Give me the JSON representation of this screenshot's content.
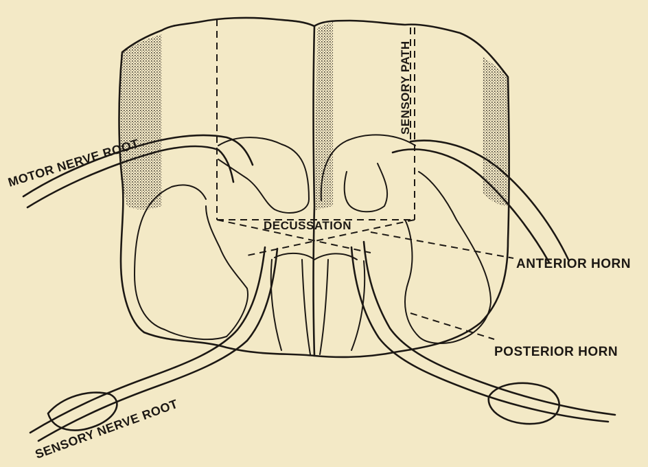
{
  "figure": {
    "labels": {
      "motor_nerve_root": "MOTOR NERVE ROOT",
      "sensory_path": "SENSORY PATH",
      "decussation": "DECUSSATION",
      "anterior_horn": "ANTERIOR HORN",
      "posterior_horn": "POSTERIOR HORN",
      "sensory_nerve_root": "SENSORY NERVE ROOT"
    },
    "colors": {
      "paper": "#f3e9c6",
      "ink": "#1c1814"
    }
  }
}
